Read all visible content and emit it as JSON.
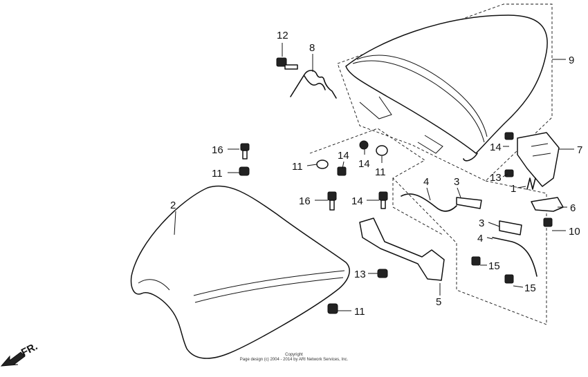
{
  "callouts": [
    {
      "id": "12-top",
      "text": "12"
    },
    {
      "id": "8",
      "text": "8"
    },
    {
      "id": "9",
      "text": "9"
    },
    {
      "id": "16-left",
      "text": "16"
    },
    {
      "id": "11-left",
      "text": "11"
    },
    {
      "id": "11-mid",
      "text": "11"
    },
    {
      "id": "14-mid",
      "text": "14"
    },
    {
      "id": "14-mid2",
      "text": "14"
    },
    {
      "id": "11-mid2",
      "text": "11"
    },
    {
      "id": "14-right",
      "text": "14"
    },
    {
      "id": "7",
      "text": "7"
    },
    {
      "id": "13-right",
      "text": "13"
    },
    {
      "id": "1",
      "text": "1"
    },
    {
      "id": "2",
      "text": "2"
    },
    {
      "id": "16-mid",
      "text": "16"
    },
    {
      "id": "14-lower",
      "text": "14"
    },
    {
      "id": "4-top",
      "text": "4"
    },
    {
      "id": "3-top",
      "text": "3"
    },
    {
      "id": "6",
      "text": "6"
    },
    {
      "id": "3-lower",
      "text": "3"
    },
    {
      "id": "10",
      "text": "10"
    },
    {
      "id": "4-lower",
      "text": "4"
    },
    {
      "id": "15-top",
      "text": "15"
    },
    {
      "id": "13-lower",
      "text": "13"
    },
    {
      "id": "15-lower",
      "text": "15"
    },
    {
      "id": "5",
      "text": "5"
    },
    {
      "id": "11-bottom",
      "text": "11"
    }
  ],
  "direction_label": "FR.",
  "copyright": {
    "line1": "Copyright",
    "line2": "Page design (c) 2004 - 2014 by ARI Network Services, Inc."
  }
}
